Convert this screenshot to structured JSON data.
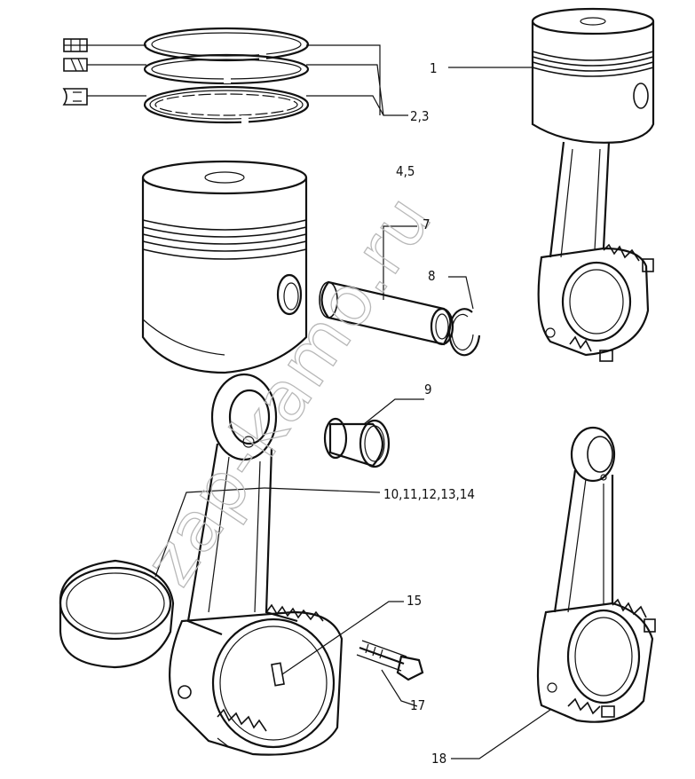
{
  "watermark": "zap-kamo.ru",
  "callouts": {
    "piston_assembly": "1",
    "rings": "2,3",
    "piston": "4,5",
    "pin": "7",
    "circlip": "8",
    "bushing": "9",
    "conrod_bearing": "10,11,12,13,14",
    "dowel": "15",
    "bolt": "17",
    "conrod_assembly": "18"
  }
}
